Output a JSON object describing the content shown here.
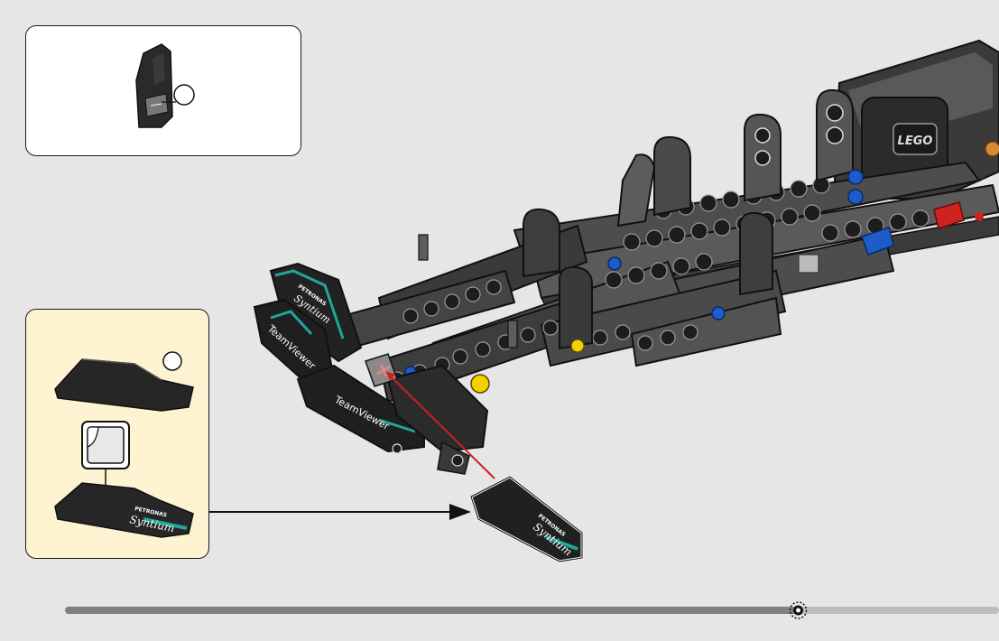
{
  "sub_build": {
    "part_count": ""
  },
  "parts_panel": {
    "items": [
      {
        "part": "black-panel",
        "count": ""
      },
      {
        "part": "stickered-panel",
        "sticker_print": [
          "PETRONAS",
          "Syntium"
        ]
      }
    ],
    "sticker_icon": "sticker-sheet-icon"
  },
  "model": {
    "panel_prints": [
      {
        "line1": "PETRONAS",
        "line2": "Syntium"
      },
      {
        "line1": "TeamViewer"
      },
      {
        "line1": "TeamViewer"
      }
    ],
    "brick_print": "LEGO",
    "new_panel_print": {
      "line1": "PETRONAS",
      "line2": "Syntium"
    }
  },
  "progress": {
    "fraction": 0.785,
    "indicator_icon": "gear-icon"
  },
  "colors": {
    "background": "#e6e6e6",
    "callout_white": "#ffffff",
    "callout_yellow": "#fdf3d0",
    "part_black": "#222222",
    "part_dark_gray": "#4d4d4d",
    "accent_teal": "#1fa79a",
    "pin_blue": "#1d5cc9",
    "pin_red": "#d12222",
    "pin_yellow": "#f4d000",
    "arrow_red": "#cc1f1f",
    "progress_fill": "#808080",
    "progress_track": "#bdbdbd"
  }
}
